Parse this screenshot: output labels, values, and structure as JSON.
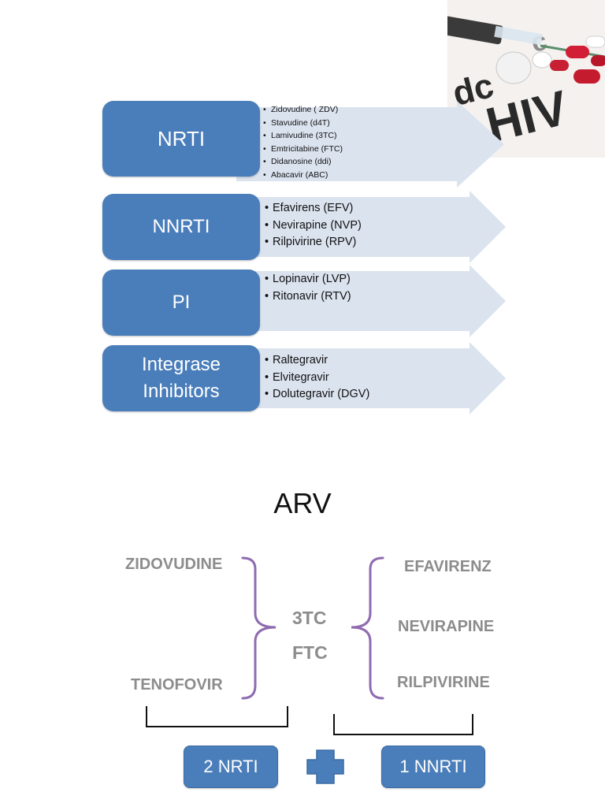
{
  "categories": [
    {
      "name": "NRTI",
      "drugs": [
        "Zidovudine ( ZDV)",
        "Stavudine (d4T)",
        "Lamivudine (3TC)",
        "Emtricitabine (FTC)",
        "Didanosine (ddi)",
        "Abacavir (ABC)"
      ]
    },
    {
      "name": "NNRTI",
      "drugs": [
        "Efavirens (EFV)",
        "Nevirapine (NVP)",
        "Rilpivirine (RPV)"
      ]
    },
    {
      "name": "PI",
      "drugs": [
        "Lopinavir (LVP)",
        "Ritonavir (RTV)"
      ]
    },
    {
      "name": "Integrase Inhibitors",
      "name_line1": "Integrase",
      "name_line2": "Inhibitors",
      "drugs": [
        "Raltegravir",
        "Elvitegravir",
        "Dolutegravir (DGV)"
      ]
    }
  ],
  "arv": {
    "title": "ARV",
    "left_top": "ZIDOVUDINE",
    "left_bottom": "TENOFOVIR",
    "center_top": "3TC",
    "center_bottom": "FTC",
    "right": [
      "EFAVIRENZ",
      "NEVIRAPINE",
      "RILPIVIRINE"
    ],
    "left_button": "2 NRTI",
    "right_button": "1 NNRTI"
  },
  "photo": {
    "text_fragments": [
      "dc",
      "HIV",
      "c"
    ]
  },
  "colors": {
    "box_blue": "#4a7ebb",
    "arrow_fill": "#dbe3ef",
    "bracket_purple": "#8f6bb0",
    "grey_text": "#8c8c8c"
  }
}
